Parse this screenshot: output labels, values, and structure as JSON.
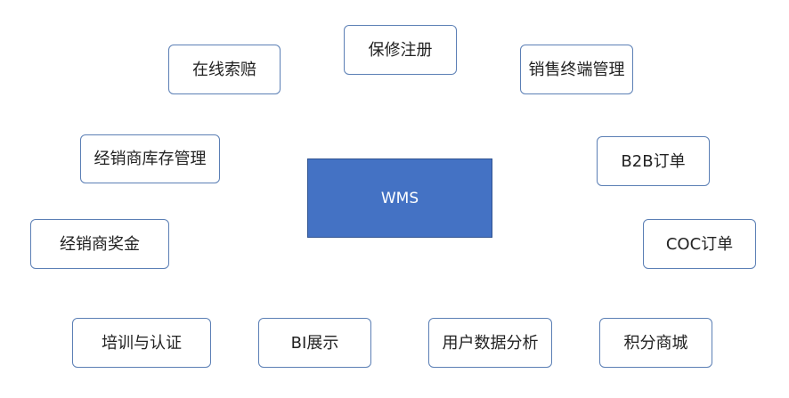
{
  "center": {
    "label": "WMS"
  },
  "nodes": {
    "online_claim": "在线索赔",
    "warranty_registration": "保修注册",
    "sales_terminal_mgmt": "销售终端管理",
    "dealer_inventory_mgmt": "经销商库存管理",
    "b2b_order": "B2B订单",
    "dealer_bonus": "经销商奖金",
    "coc_order": "COC订单",
    "training_certification": "培训与认证",
    "bi_display": "BI展示",
    "user_data_analysis": "用户数据分析",
    "points_mall": "积分商城"
  }
}
